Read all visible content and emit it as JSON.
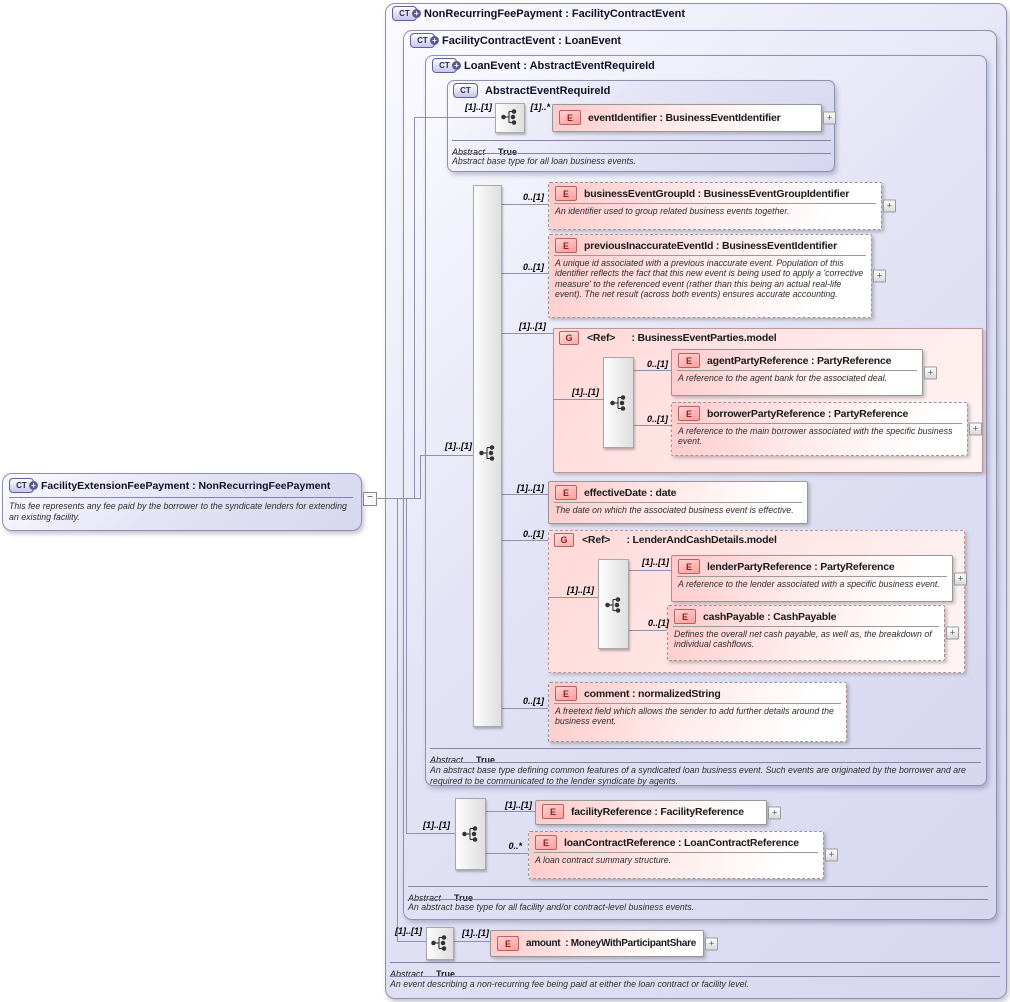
{
  "colors": {
    "lavender_fill": "#e4e4f6",
    "lavender_border": "#8f8fb2",
    "pink_fill": "#ffd9d9",
    "pink_border": "#b06565",
    "line": "#8f8fae"
  },
  "symbols": {
    "plus": "+",
    "minus": "−",
    "expander": "+"
  },
  "icons": {
    "ct": "CT",
    "element": "E",
    "group": "G"
  },
  "left_box": {
    "title": "FacilityExtensionFeePayment : NonRecurringFeePayment",
    "desc": "This fee represents any fee paid by the borrower to the syndicate lenders for extending an existing facility."
  },
  "nrfp": {
    "title": "NonRecurringFeePayment : FacilityContractEvent",
    "abstract_label": "Abstract",
    "abstract_value": "True",
    "desc": "An event describing a non-recurring fee being paid at either the loan contract or facility level.",
    "card_seq": "[1]..[1]",
    "amount": {
      "card": "[1]..[1]",
      "title": "amount  : MoneyWithParticipantShare"
    }
  },
  "fce": {
    "title": "FacilityContractEvent : LoanEvent",
    "abstract_label": "Abstract",
    "abstract_value": "True",
    "desc": "An abstract base type for all facility and/or contract-level business events.",
    "card_seq": "[1]..[1]",
    "facilityReference": {
      "card": "[1]..[1]",
      "title": "facilityReference : FacilityReference"
    },
    "loanContractReference": {
      "card": "0..*",
      "title": "loanContractReference : LoanContractReference",
      "desc": "A loan contract summary structure."
    }
  },
  "le": {
    "title": "LoanEvent : AbstractEventRequireId",
    "abstract_label": "Abstract",
    "abstract_value": "True",
    "desc": "An abstract base type defining common features of a syndicated loan business event. Such events are originated by the borrower and are required to be communicated to the lender syndicate by agents.",
    "card_seq": "[1]..[1]",
    "businessEventGroupId": {
      "card": "0..[1]",
      "title": "businessEventGroupId : BusinessEventGroupIdentifier",
      "desc": "An identifier used to group related business events together."
    },
    "previousInaccurateEventId": {
      "card": "0..[1]",
      "title": "previousInaccurateEventId : BusinessEventIdentifier",
      "desc": "A unique id associated with a previous inaccurate event. Population of this identifier reflects the fact that this new event is being used to apply a 'corrective measure' to the referenced event (rather than this being an actual real-life event). The net result (across both events) ensures accurate accounting."
    },
    "businessEventParties": {
      "card": "[1]..[1]",
      "title": "<Ref>      : BusinessEventParties.model",
      "card_seq": "[1]..[1]",
      "agentPartyReference": {
        "card": "0..[1]",
        "title": "agentPartyReference : PartyReference",
        "desc": "A reference to the agent bank for the associated deal."
      },
      "borrowerPartyReference": {
        "card": "0..[1]",
        "title": "borrowerPartyReference : PartyReference",
        "desc": "A reference to the main borrower associated with the specific business event."
      }
    },
    "effectiveDate": {
      "card": "[1]..[1]",
      "title": "effectiveDate : date",
      "desc": "The date on which the associated business event is effective."
    },
    "lenderAndCashDetails": {
      "card": "0..[1]",
      "title": "<Ref>      : LenderAndCashDetails.model",
      "card_seq": "[1]..[1]",
      "lenderPartyReference": {
        "card": "[1]..[1]",
        "title": "lenderPartyReference : PartyReference",
        "desc": "A reference to the lender associated with a specific business event."
      },
      "cashPayable": {
        "card": "0..[1]",
        "title": "cashPayable : CashPayable",
        "desc": "Defines the overall net cash payable, as well as, the breakdown of individual cashflows."
      }
    },
    "comment": {
      "card": "0..[1]",
      "title": "comment : normalizedString",
      "desc": "A freetext field which allows the sender to add further details around the business event."
    }
  },
  "aeri": {
    "title": "AbstractEventRequireId",
    "abstract_label": "Abstract",
    "abstract_value": "True",
    "desc": "Abstract base type for all loan business events.",
    "card_seq": "[1]..[1]",
    "eventIdentifier": {
      "card": "[1]..*",
      "title": "eventIdentifier : BusinessEventIdentifier"
    }
  }
}
